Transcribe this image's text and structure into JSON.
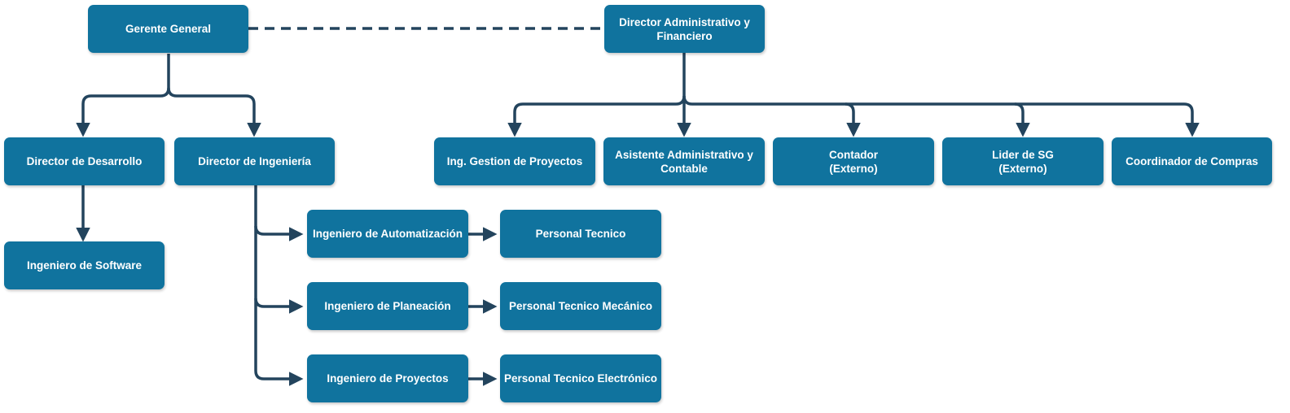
{
  "colors": {
    "node_fill": "#10739e",
    "node_text": "#ffffff",
    "connector": "#23445d"
  },
  "nodes": {
    "gerente_general": "Gerente General",
    "director_admin_financiero": "Director Administrativo y\nFinanciero",
    "director_desarrollo": "Director de Desarrollo",
    "director_ingenieria": "Director de Ingeniería",
    "ingeniero_software": "Ingeniero de Software",
    "ingeniero_automatizacion": "Ingeniero de Automatización",
    "ingeniero_planeacion": "Ingeniero de Planeación",
    "ingeniero_proyectos": "Ingeniero de Proyectos",
    "personal_tecnico": "Personal Tecnico",
    "personal_tecnico_mecanico": "Personal Tecnico Mecánico",
    "personal_tecnico_electronico": "Personal Tecnico Electrónico",
    "ing_gestion_proyectos": "Ing. Gestion de Proyectos",
    "asistente_admin_contable": "Asistente Administrativo y\nContable",
    "contador": "Contador\n(Externo)",
    "lider_sg": "Lider de SG\n(Externo)",
    "coordinador_compras": "Coordinador de Compras"
  }
}
